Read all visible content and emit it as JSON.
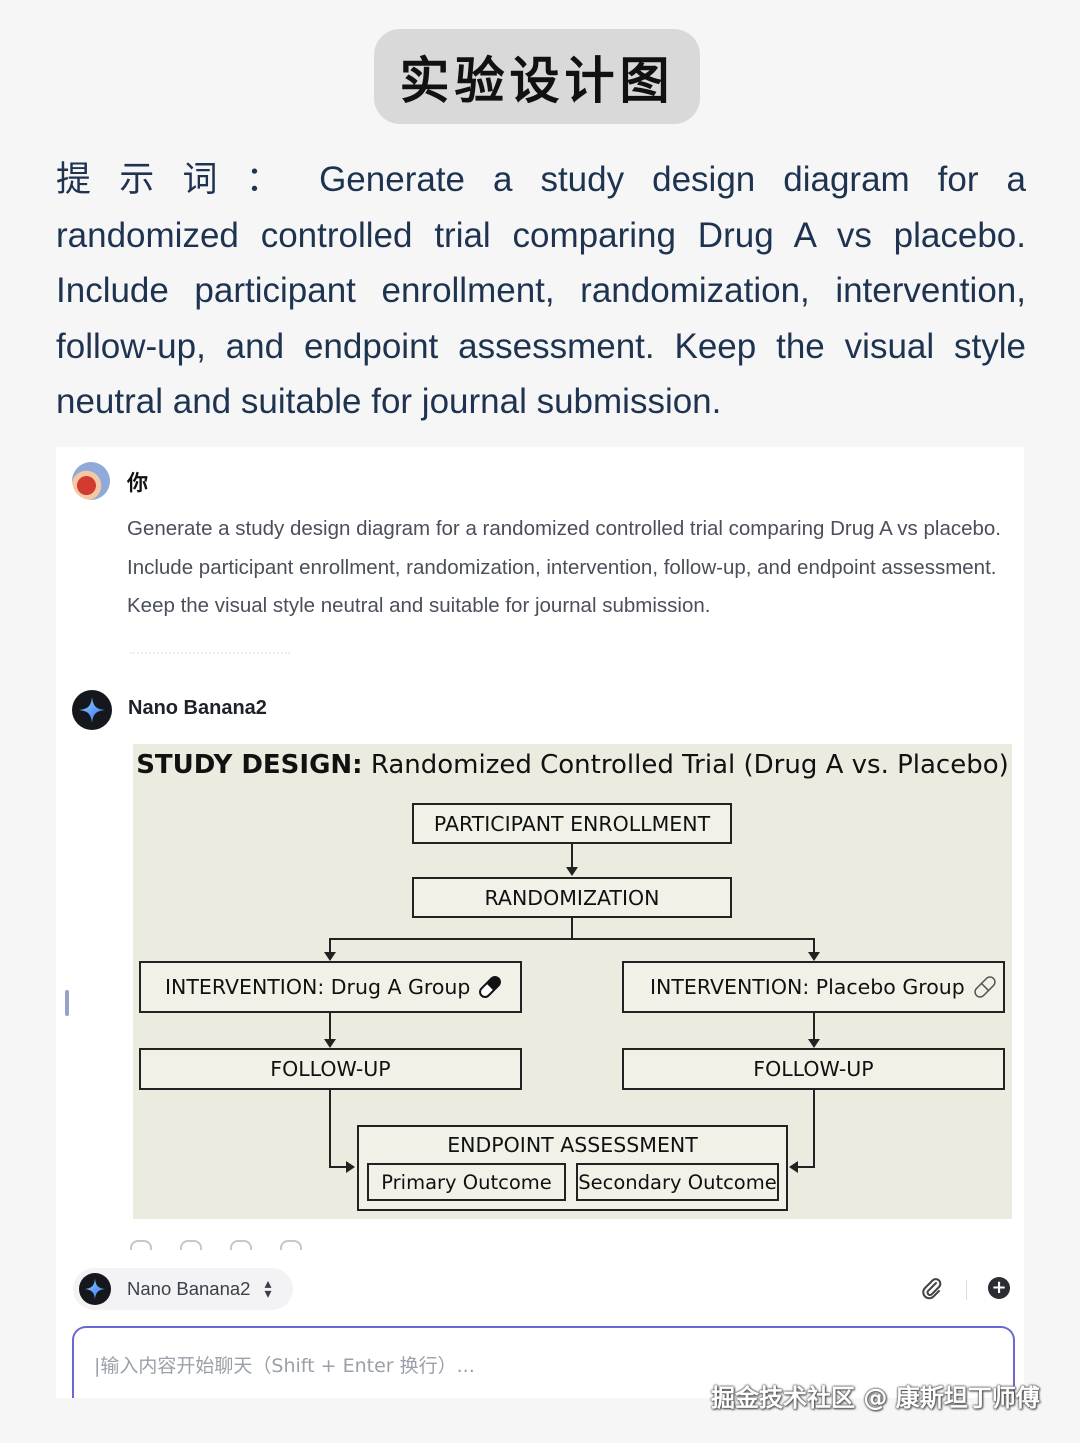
{
  "header": {
    "title": "实验设计图"
  },
  "prompt": {
    "label": "提示词：",
    "text": "Generate a study design diagram for a randomized controlled trial comparing Drug A vs placebo. Include participant enrollment, randomization, intervention, follow-up, and endpoint assessment. Keep the visual style neutral and suitable for journal submission."
  },
  "chat": {
    "user": {
      "name": "你",
      "message": "Generate a study design diagram for a randomized controlled trial comparing Drug A vs placebo. Include participant enrollment, randomization, intervention, follow-up, and endpoint assessment. Keep the visual style neutral and suitable for journal submission."
    },
    "bot": {
      "name": "Nano Banana2"
    }
  },
  "diagram": {
    "title_bold": "STUDY DESIGN:",
    "title_rest": " Randomized Controlled Trial (Drug A vs. Placebo)",
    "enrollment": "PARTICIPANT ENROLLMENT",
    "randomization": "RANDOMIZATION",
    "intervention_a": "INTERVENTION: Drug A Group",
    "intervention_b": "INTERVENTION: Placebo Group",
    "followup_a": "FOLLOW-UP",
    "followup_b": "FOLLOW-UP",
    "endpoint": "ENDPOINT ASSESSMENT",
    "primary": "Primary Outcome",
    "secondary": "Secondary Outcome"
  },
  "composer": {
    "model_name": "Nano Banana2",
    "placeholder": "|输入内容开始聊天（Shift + Enter 换行）..."
  },
  "watermark": "掘金技术社区 @ 康斯坦丁师傅"
}
